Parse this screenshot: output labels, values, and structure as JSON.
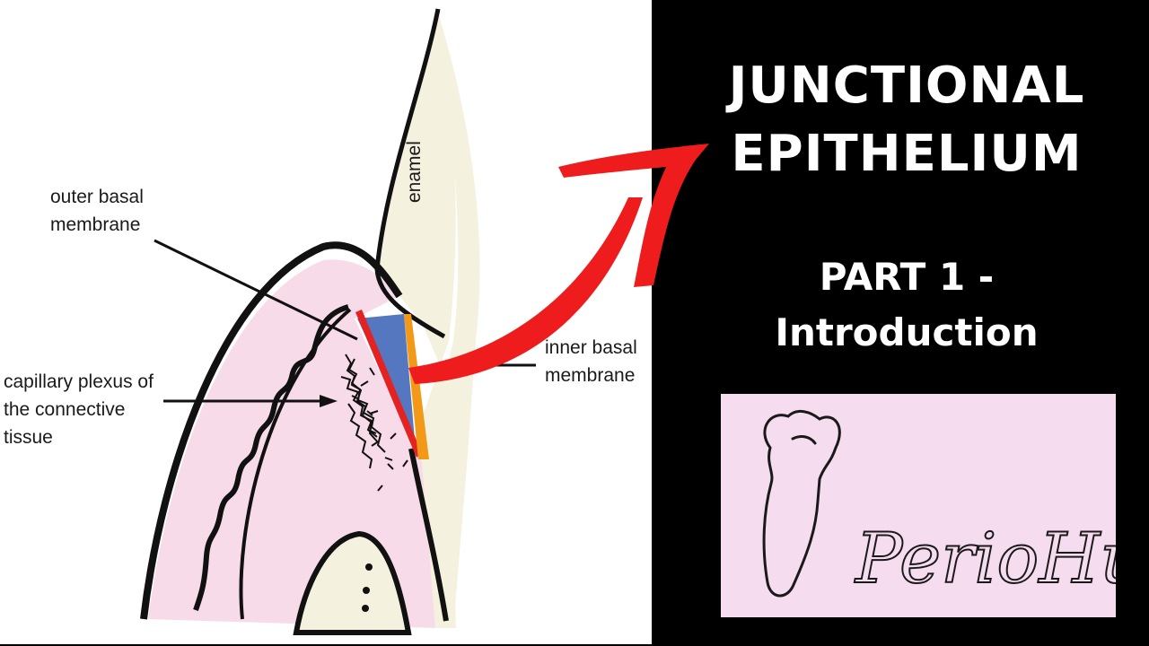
{
  "diagram": {
    "labels": {
      "enamel": "enamel",
      "outer_basal_line1": "outer basal",
      "outer_basal_line2": "membrane",
      "inner_basal_line1": "inner basal",
      "inner_basal_line2": "membrane",
      "capillary_line1": "capillary plexus of",
      "capillary_line2": "the connective",
      "capillary_line3": "tissue"
    },
    "colors": {
      "enamel_fill": "#f5f1df",
      "gingiva_fill": "#f8dbe8",
      "epithelium_blue": "#5577c0",
      "outer_membrane_red": "#e32222",
      "inner_membrane_orange": "#f29a18",
      "arrow_red": "#ee1c1c"
    }
  },
  "title": {
    "line1": "JUNCTIONAL",
    "line2": "EPITHELIUM",
    "part_line1": "PART 1 -",
    "part_line2": "Introduction"
  },
  "logo": {
    "text": "PerioHub",
    "icon": "tooth-icon",
    "background": "#f6dcef"
  }
}
